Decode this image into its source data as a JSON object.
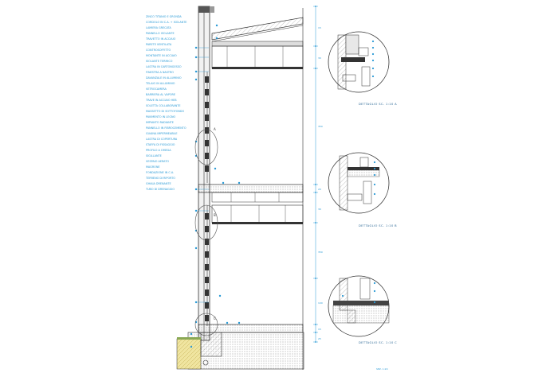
{
  "annotations": [
    "ZINCO TITANIO E GRONDA",
    "CORDOLO IN C.A. + ISOLANTE",
    "LAMIERA GRECATA",
    "PANNELLO ISOLANTE",
    "TRAVETTO IN ACCIAIO",
    "PARETE VENTILATA",
    "CONTROSOFFITTO",
    "MONTANTE IN ACCIAIO",
    "ISOLANTE TERMICO",
    "LASTRA IN CARTONGESSO",
    "FINESTRA A NASTRO",
    "DAVANZALE IN ALLUMINIO",
    "TELAIO IN ALLUMINIO",
    "VETROCAMERA",
    "BARRIERA AL VAPORE",
    "TRAVE IN ACCIAIO HEB",
    "SOLETTA COLLABORANTE",
    "MASSETTO DI SOTTOFONDO",
    "PAVIMENTO IN LEGNO",
    "IMPIANTO RADIANTE",
    "PANNELLO IN FIBROCEMENTO",
    "GUAINA IMPERMEABILE",
    "LASTRA DI COPERTURA",
    "STAFFA DI FISSAGGIO",
    "PROFILO A OMEGA",
    "SIGILLANTE",
    "VESPAIO AERATO",
    "MAGRONE",
    "FONDAZIONE IN C.A.",
    "TERRENO DI RIPORTO",
    "GHIAIA DRENANTE",
    "TUBO DI DRENAGGIO"
  ],
  "details": [
    {
      "caption": "DETTAGLIO  SC. 1:10   A"
    },
    {
      "caption": "DETTAGLIO  SC. 1:10   B"
    },
    {
      "caption": "DETTAGLIO  SC. 1:10   C"
    }
  ],
  "section_marks": [
    "A",
    "B",
    "C"
  ],
  "dimensions": [
    "15",
    "30",
    "350",
    "20",
    "30",
    "350",
    "20",
    "100",
    "15",
    "25"
  ],
  "footer_scale": "SEZ. 1:20",
  "colors": {
    "ink": "#333333",
    "annotation": "#2a9ad6",
    "ground": "#e8d98a"
  }
}
